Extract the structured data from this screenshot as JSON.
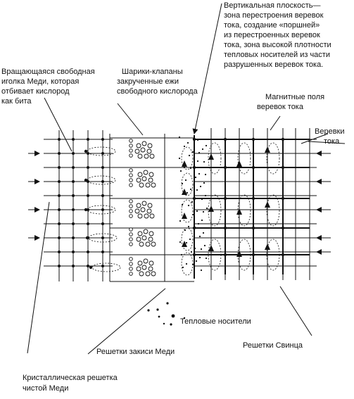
{
  "labels": {
    "vertical_plane": [
      "Вертикальная плоскость—",
      "зона перестроения веревок",
      "тока, создание «поршней»",
      "из перестроенных веревок",
      "тока, зона высокой плотности",
      "тепловых носителей из части",
      "разрушенных веревок тока."
    ],
    "rotating_needle": [
      "Вращающаяся свободная",
      "иголка Меди, которая",
      "отбивает кислород",
      "как бита"
    ],
    "ball_valves": [
      "Шарики-клапаны",
      "закрученные ежи",
      "свободного кислорода"
    ],
    "magnetic_fields": [
      "Магнитные поля",
      "веревок тока"
    ],
    "current_ropes": [
      "Веревки",
      "тока"
    ],
    "heat_carriers": "Тепловые носители",
    "copper_oxide_lattice": "Решетки закиси Меди",
    "lead_lattice": "Решетки Свинца",
    "pure_copper_lattice": [
      "Кристаллическая решетка",
      "чистой Меди"
    ]
  }
}
